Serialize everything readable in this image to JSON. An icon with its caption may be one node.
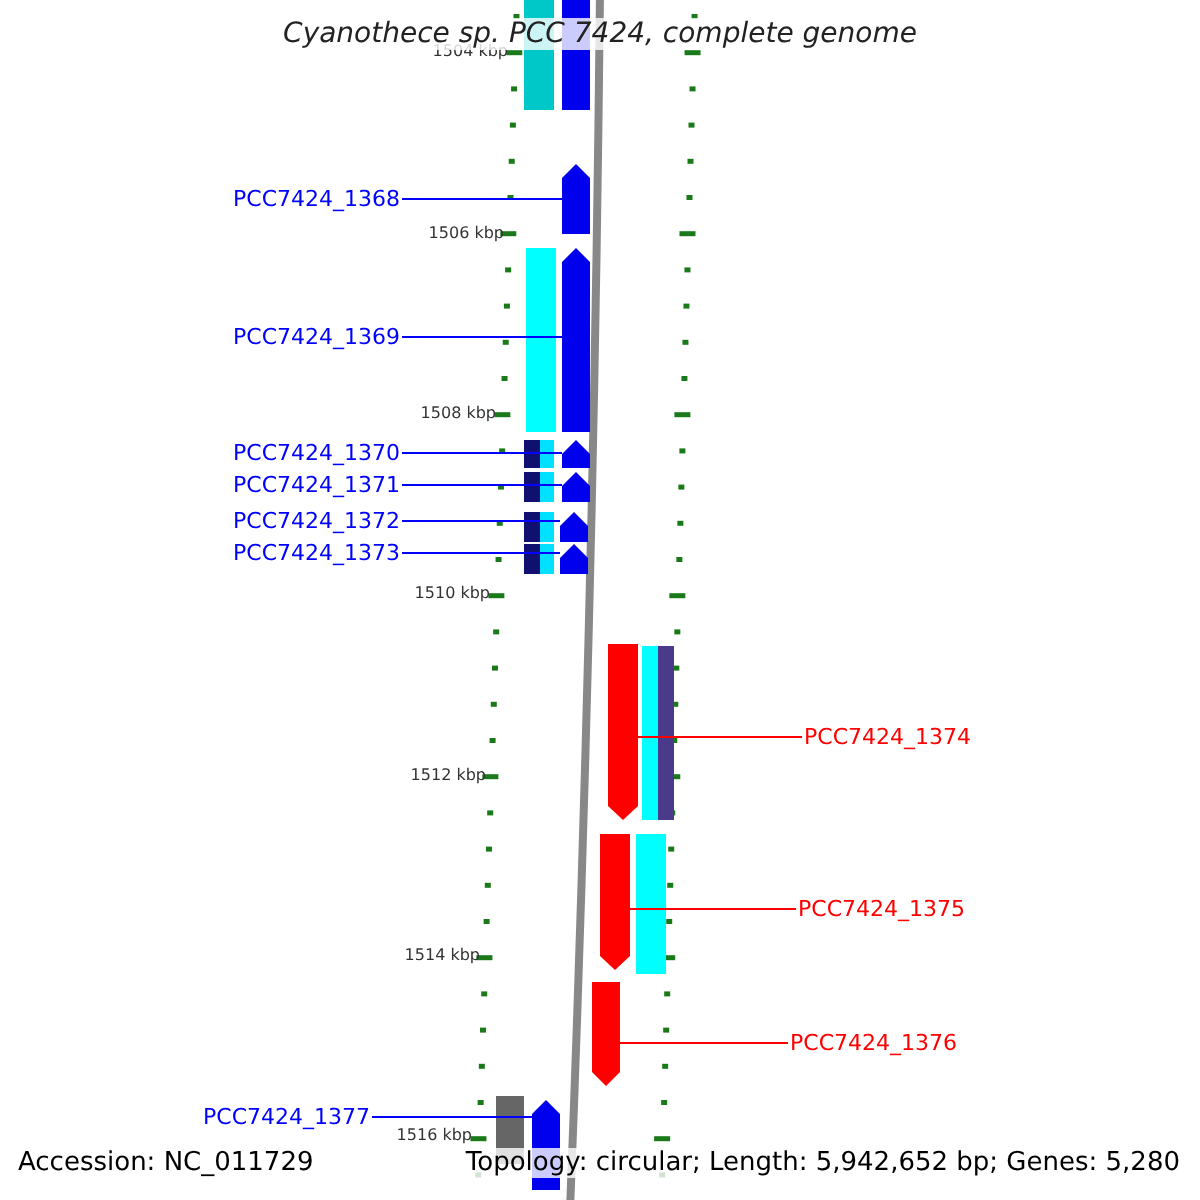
{
  "diagram": {
    "title": "Cyanothece sp. PCC 7424, complete genome",
    "nodes": [
      {
        "text": [
          "PCC7424_1368"
        ]
      },
      {
        "text": [
          "PCC7424_1369"
        ]
      },
      {
        "text": [
          "PCC7424_1370"
        ]
      },
      {
        "text": [
          "PCC7424_1371"
        ]
      },
      {
        "text": [
          "PCC7424_1372"
        ]
      },
      {
        "text": [
          "PCC7424_1373"
        ]
      },
      {
        "text": [
          "PCC7424_1374"
        ]
      },
      {
        "text": [
          "PCC7424_1375"
        ]
      },
      {
        "text": [
          "PCC7424_1376"
        ]
      },
      {
        "text": [
          "PCC7424_1377"
        ]
      },
      {
        "text": [],
        "shape": "arrow"
      },
      {
        "text": [],
        "shape": "arrow"
      },
      {
        "text": [],
        "shape": "arrow"
      },
      {
        "text": [],
        "shape": "arrow"
      },
      {
        "text": [],
        "shape": "arrow"
      },
      {
        "text": [],
        "shape": "arrow"
      },
      {
        "text": [],
        "shape": "arrow"
      },
      {
        "text": [],
        "shape": "arrow"
      },
      {
        "text": [],
        "shape": "arrow"
      },
      {
        "text": [],
        "shape": "arrow"
      }
    ],
    "edges": [
      {
        "from": 0,
        "to": 10,
        "arrow": "none"
      },
      {
        "from": 1,
        "to": 11,
        "arrow": "none"
      },
      {
        "from": 2,
        "to": 12,
        "arrow": "none"
      },
      {
        "from": 3,
        "to": 13,
        "arrow": "none"
      },
      {
        "from": 4,
        "to": 14,
        "arrow": "none"
      },
      {
        "from": 5,
        "to": 15,
        "arrow": "none"
      },
      {
        "from": 6,
        "to": 16,
        "arrow": "none",
        "color": "#ff0000"
      },
      {
        "from": 7,
        "to": 17,
        "arrow": "none",
        "color": "#ff0000"
      },
      {
        "from": 8,
        "to": 18,
        "arrow": "none",
        "color": "#ff0000"
      },
      {
        "from": 9,
        "to": 19,
        "arrow": "none"
      }
    ],
    "labels": [
      "1504 kbp",
      "1506 kbp",
      "1508 kbp",
      "1510 kbp",
      "1512 kbp",
      "1514 kbp",
      "1516 kbp",
      "Accession: NC_011729",
      "Topology: circular; Length: 5,942,652 bp; Genes: 5,280"
    ]
  }
}
